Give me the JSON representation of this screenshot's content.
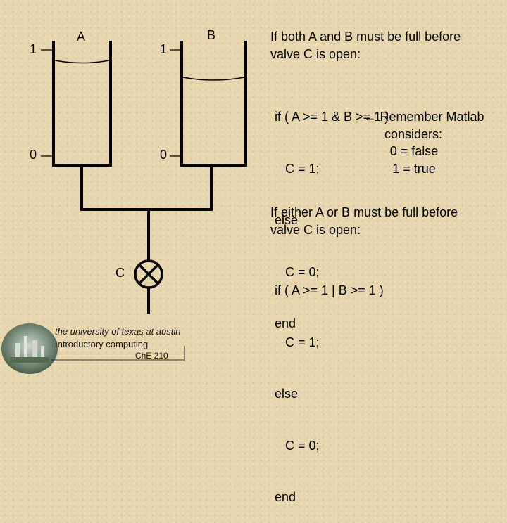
{
  "diagram": {
    "tank_a_label": "A",
    "tank_b_label": "B",
    "valve_label": "C",
    "tank_a_level_high": "1",
    "tank_a_level_low": "0",
    "tank_b_level_high": "1",
    "tank_b_level_low": "0"
  },
  "and_case": {
    "heading_line1": "If both A and B must be full before",
    "heading_line2": "valve C is open:",
    "code": [
      "if ( A >= 1 & B >= 1 )",
      "   C = 1;",
      "else",
      "   C = 0;",
      "end"
    ],
    "note": [
      "← Remember Matlab",
      "considers:",
      "0 = false",
      "1 = true"
    ]
  },
  "or_case": {
    "heading_line1": "If either A or B must be full before",
    "heading_line2": "valve C is open:",
    "code": [
      "if ( A >= 1 | B >= 1 )",
      "   C = 1;",
      "else",
      "   C = 0;",
      "end"
    ]
  },
  "logo": {
    "line1": "the university of texas at austin",
    "line2": "Introductory computing",
    "line3": "ChE 210"
  }
}
